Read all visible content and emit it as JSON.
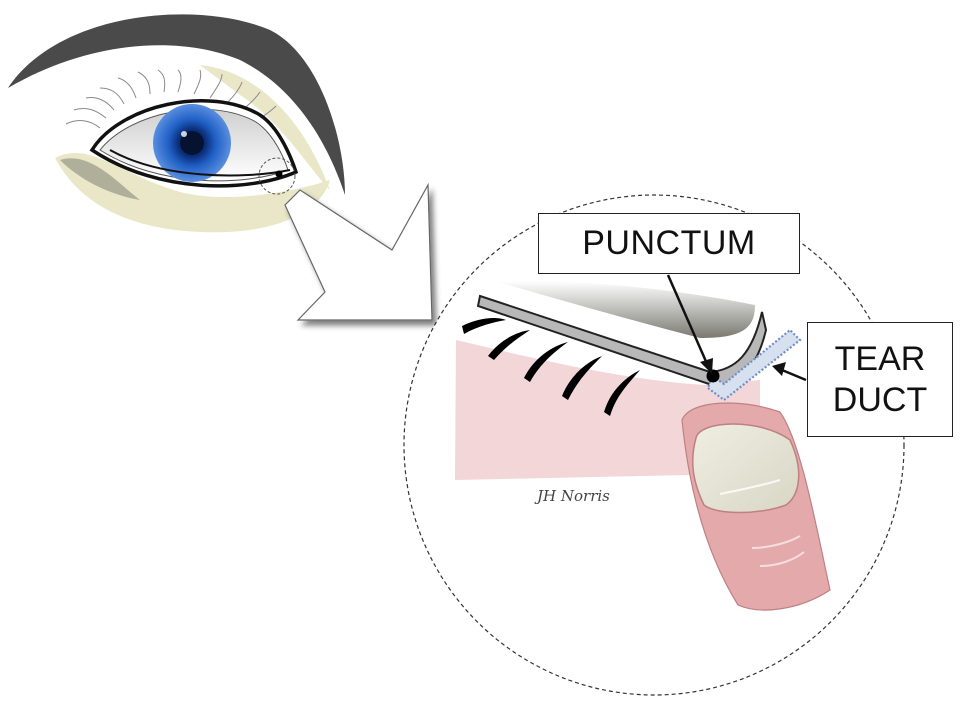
{
  "labels": {
    "punctum": "PUNCTUM",
    "tear_duct_line1": "TEAR",
    "tear_duct_line2": "DUCT"
  },
  "credit": "JH Norris",
  "icons": {
    "eye": "eye-illustration",
    "magnify_arrow": "arrow-icon",
    "zoom_circle": "zoom-circle",
    "finger": "finger-icon"
  },
  "colors": {
    "iris": "#1f5fc4",
    "pupil": "#0a1a3a",
    "eyebrow": "#4a4a4a",
    "skin_shadow": "#e9e7c8",
    "tear_duct": "#6f8fc9",
    "finger_skin": "#e3a9ab",
    "lid_pink": "#f2d6d8"
  }
}
